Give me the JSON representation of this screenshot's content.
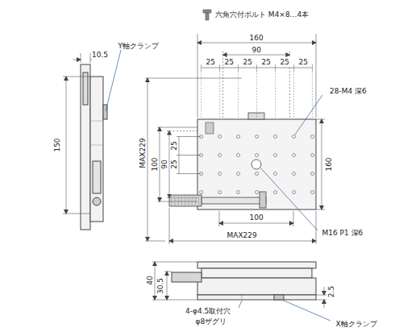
{
  "diagram": {
    "labels": [
      "10.5",
      "Y軸クランプ",
      "150",
      "160",
      "90",
      "25",
      "25",
      "25",
      "25",
      "25",
      "25",
      "28-M4 深6",
      "MAX229",
      "100",
      "90",
      "25",
      "25",
      "160",
      "M16 P1 深6",
      "100",
      "MAX229",
      "40",
      "30.5",
      "2.5",
      "4-φ4.5取付穴",
      "φ8ザグリ",
      "X軸クランプ"
    ],
    "legend": [
      {
        "text": "六角穴付ボルト M4×8…4本"
      }
    ]
  }
}
